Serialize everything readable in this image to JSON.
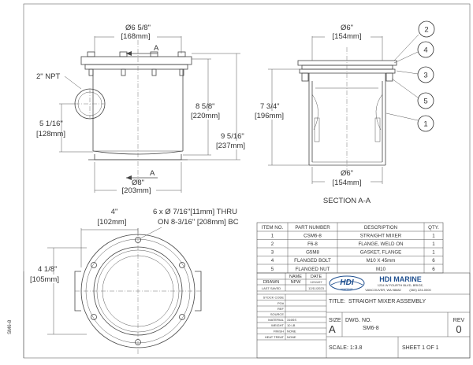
{
  "front_view": {
    "dim_top": {
      "frac": "Ø6 5/8\"",
      "mm": "[168mm]"
    },
    "arrow_top": "A",
    "dim_npt": "2\" NPT",
    "dim_left": {
      "frac": "5 1/16\"",
      "mm": "[128mm]"
    },
    "dim_height": {
      "frac": "8 5/8\"",
      "mm": "[220mm]"
    },
    "dim_total": {
      "frac": "9 5/16\"",
      "mm": "[237mm]"
    },
    "dim_bottom": {
      "frac": "Ø8\"",
      "mm": "[203mm]"
    },
    "arrow_bottom": "A"
  },
  "section_view": {
    "dim_top": {
      "frac": "Ø6\"",
      "mm": "[154mm]"
    },
    "dim_height": {
      "frac": "7 3/4\"",
      "mm": "[196mm]"
    },
    "dim_bottom": {
      "frac": "Ø6\"",
      "mm": "[154mm]"
    },
    "title": "SECTION A-A",
    "balloons": [
      "2",
      "4",
      "3",
      "5",
      "1"
    ]
  },
  "top_view": {
    "dim_width": {
      "frac": "4\"",
      "mm": "[102mm]"
    },
    "dim_holes_line1": "6 x Ø 7/16\"[11mm] THRU",
    "dim_holes_line2": "ON 8-3/16\" [208mm] BC",
    "dim_left": {
      "frac": "4 1/8\"",
      "mm": "[105mm]"
    }
  },
  "bom": {
    "headers": [
      "ITEM NO.",
      "PART NUMBER",
      "DESCRIPTION",
      "QTY."
    ],
    "rows": [
      [
        "1",
        "CSM6-8",
        "STRAIGHT MIXER",
        "1"
      ],
      [
        "2",
        "F6-8",
        "FLANGE, WELD ON",
        "1"
      ],
      [
        "3",
        "G5M8",
        "GASKET, FLANGE",
        "1"
      ],
      [
        "4",
        "FLANGED BOLT",
        "M10 X 45mm",
        "6"
      ],
      [
        "5",
        "FLANGED NUT",
        "M10",
        "6"
      ]
    ]
  },
  "title_block": {
    "col_name": "NAME",
    "col_date": "DATE",
    "drawn_label": "DRAWN",
    "drawn_name": "NPW",
    "drawn_date": "12/11/07",
    "saved_label": "LAST SAVED",
    "saved_date": "12/11/2023",
    "fields": [
      {
        "label": "STOCK CODE",
        "value": ""
      },
      {
        "label": "PO#",
        "value": ""
      },
      {
        "label": "REF",
        "value": ""
      },
      {
        "label": "SOURCE",
        "value": ""
      },
      {
        "label": "MATERIAL",
        "value": "316SS"
      },
      {
        "label": "WEIGHT",
        "value": "10 LB"
      },
      {
        "label": "FINISH",
        "value": "NONE"
      },
      {
        "label": "HEAT TREAT",
        "value": "NONE"
      }
    ],
    "company": "HDI MARINE",
    "logo_text": "HDI",
    "logo_sub": "MARINE",
    "address1": "1234 W FOURTH BLVD, BRIGE,",
    "address2": "VANCOUVER, WA 98682",
    "phone": "(360) 224-0000",
    "title_label": "TITLE:",
    "title": "STRAIGHT MIXER ASSEMBLY",
    "size_label": "SIZE",
    "size": "A",
    "dwg_label": "DWG. NO.",
    "dwg_no": "SM6-8",
    "rev_label": "REV",
    "rev": "0",
    "scale": "SCALE: 1:3.8",
    "sheet": "SHEET 1 OF 1"
  },
  "side_label": "SM6-8",
  "colors": {
    "line": "#444444",
    "balloon": "#333333",
    "logo_blue": "#1f4f8f"
  }
}
